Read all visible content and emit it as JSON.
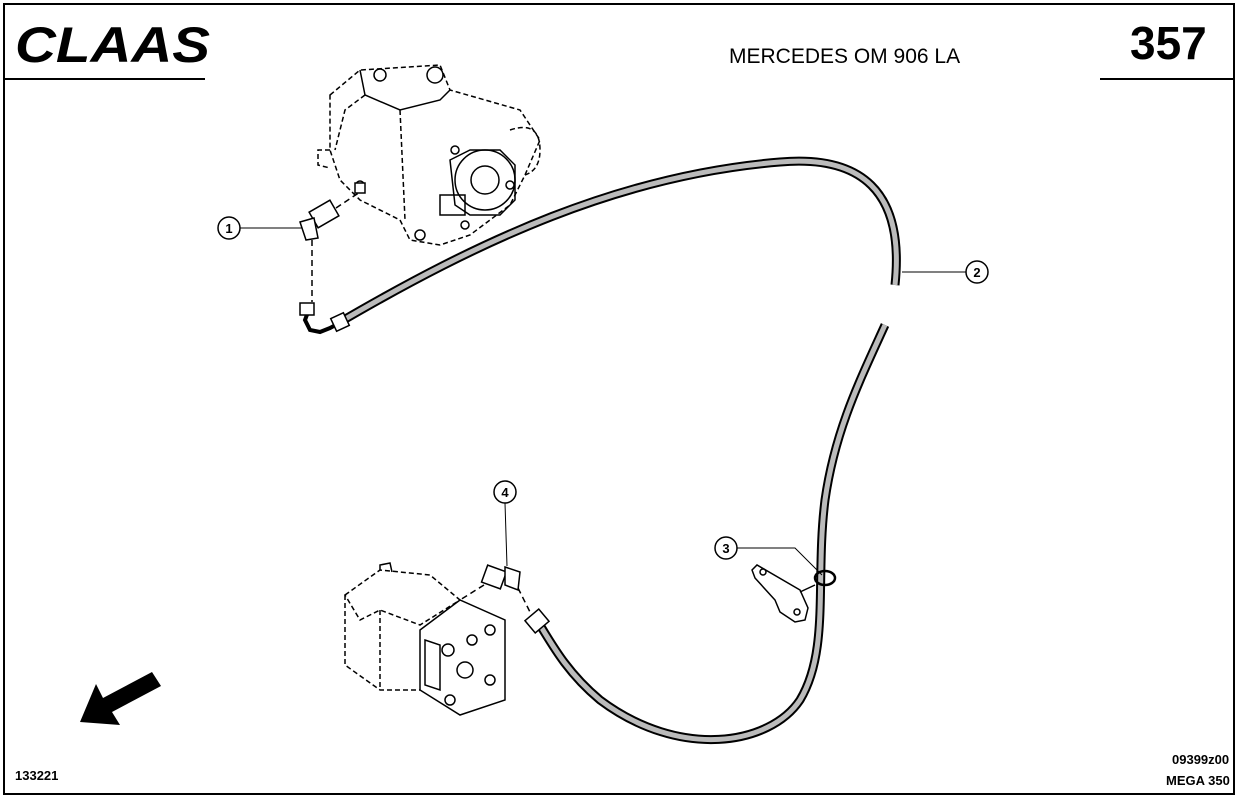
{
  "brand": {
    "logo_text": "CLAAS"
  },
  "header": {
    "title": "MERCEDES OM 906 LA",
    "page_number": "357"
  },
  "footer": {
    "reference": "133221",
    "drawing_code": "09399z00",
    "model": "MEGA 350"
  },
  "callouts": [
    {
      "label": "1",
      "part": "elbow-fitting"
    },
    {
      "label": "2",
      "part": "hose"
    },
    {
      "label": "3",
      "part": "hose-clamp"
    },
    {
      "label": "4",
      "part": "elbow-fitting"
    }
  ],
  "icons": {
    "direction": "arrow-down-left-icon"
  }
}
